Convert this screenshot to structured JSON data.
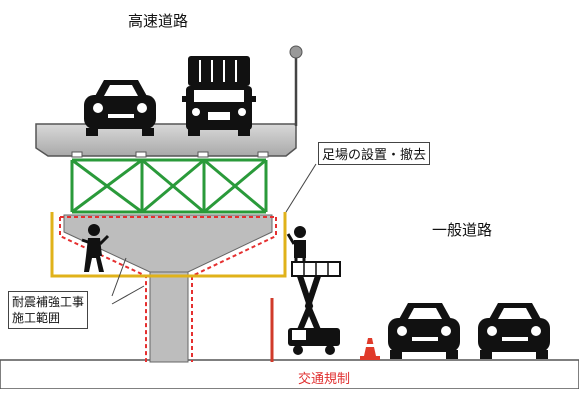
{
  "labels": {
    "highway": "高速道路",
    "general_road": "一般道路",
    "scaffold": "足場の設置・撤去",
    "seismic_line1": "耐震補強工事",
    "seismic_line2": "施工範囲",
    "traffic": "交通規制"
  },
  "colors": {
    "truss": "#2a9a3a",
    "scaffold": "#e0b21a",
    "dashed_scope": "#e53030",
    "traffic_text": "#e03030",
    "concrete": "#bdbdbd",
    "vehicle": "#111111"
  }
}
